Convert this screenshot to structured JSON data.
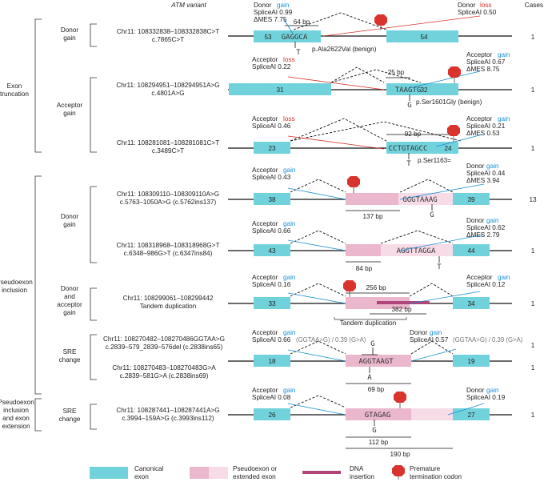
{
  "header": {
    "variant": "ATM variant",
    "cases": "Cases"
  },
  "categories": {
    "exon_truncation": [
      "Exon",
      "truncation"
    ],
    "donor_gain": [
      "Donor",
      "gain"
    ],
    "acceptor_gain": [
      "Acceptor",
      "gain"
    ],
    "pseudoexon_inclusion": [
      "Pseudoexon",
      "inclusion"
    ],
    "donor_gain_2": [
      "Donor",
      "gain"
    ],
    "donor_acceptor_gain": [
      "Donor",
      "and",
      "acceptor",
      "gain"
    ],
    "sre_change": [
      "SRE",
      "change"
    ],
    "pe_ext": [
      "Pseudoexon",
      "inclusion",
      "and exon",
      "extension"
    ],
    "sre_change_2": [
      "SRE",
      "change"
    ]
  },
  "rows": [
    {
      "variant1": "Chr11: 108332838–108332838C>T",
      "variant2": "c.7865C>T",
      "cases": "1",
      "exon_left": "53",
      "exon_right": "54",
      "seq": "GAGGCA",
      "alt": "T",
      "dist": "64 bp",
      "left_label": "Donor",
      "left_type": "gain",
      "left_s1": "SpliceAI 0.99",
      "left_s2": "ΔMES 7.75",
      "right_label": "Donor",
      "right_type": "loss",
      "right_s1": "SpliceAI 0.50",
      "protein": "p.Ala2622Val (benign)"
    },
    {
      "variant1": "Chr11: 108294951–108294951A>G",
      "variant2": "c.4801A>G",
      "cases": "1",
      "exon_left": "31",
      "exon_right": "32",
      "seq": "TAAGTG",
      "alt": "G",
      "dist": "25 bp",
      "left_label": "Acceptor",
      "left_type": "loss",
      "left_s1": "SpliceAI 0.22",
      "right_label": "Acceptor",
      "right_type": "gain",
      "right_s1": "SpliceAI 0.67",
      "right_s2": "ΔMES 8.75",
      "protein": "p.Ser1601Gly (benign)"
    },
    {
      "variant1": "Chr11: 108281081–108281081C>T",
      "variant2": "c.3489C>T",
      "cases": "1",
      "exon_left": "23",
      "exon_right": "24",
      "seq": "CCTGTAGCC",
      "alt": "T",
      "dist": "92 bp",
      "left_label": "Acceptor",
      "left_type": "loss",
      "left_s1": "SpliceAI 0.46",
      "right_label": "Acceptor",
      "right_type": "gain",
      "right_s1": "SpliceAI 0.21",
      "right_s2": "ΔMES 0.53",
      "protein": "p.Ser1163="
    },
    {
      "variant1": "Chr11: 108309110–108309110A>G",
      "variant2": "c.5763–1050A>G (c.5762ins137)",
      "cases": "13",
      "exon_left": "38",
      "exon_right": "39",
      "seq": "GGGTAAAG",
      "alt": "G",
      "dist": "137 bp",
      "left_label": "Acceptor",
      "left_type": "gain",
      "left_s1": "SpliceAI 0.43",
      "right_label": "Donor",
      "right_type": "gain",
      "right_s1": "SpliceAI 0.44",
      "right_s2": "ΔMES 3.94"
    },
    {
      "variant1": "Chr11: 108318968–108318968G>T",
      "variant2": "c.6348–986G>T (c.6347ins84)",
      "cases": "1",
      "exon_left": "43",
      "exon_right": "44",
      "seq": "AGGTTAGGA",
      "alt": "T",
      "dist": "84 bp",
      "left_label": "Acceptor",
      "left_type": "gain",
      "left_s1": "SpliceAI 0.66",
      "right_label": "Donor",
      "right_type": "gain",
      "right_s1": "SpliceAI 0.62",
      "right_s2": "ΔMES 2.79"
    },
    {
      "variant1": "Chr11: 108299061–108299442",
      "variant2": "Tandem duplication",
      "cases": "1",
      "exon_left": "33",
      "exon_right": "34",
      "dist": "256 bp",
      "dist2": "382 bp",
      "dup": "Tandem duplication",
      "left_label": "Acceptor",
      "left_type": "gain",
      "left_s1": "SpliceAI 0.16",
      "right_label": "Acceptor",
      "right_type": "gain",
      "right_s1": "SpliceAI 0.12"
    },
    {
      "variant1": "Chr11: 108270482–108270486GGTAA>G",
      "variant2": "c.2839–579_2839–576del (c.2838ins65)",
      "cases": "1",
      "variant3": "Chr11: 108270483–108270483G>A",
      "variant4": "c.2839–581G>A (c.2838ins69)",
      "cases2": "1",
      "exon_left": "18",
      "exon_right": "19",
      "seq": "AGGTAAGT",
      "alt_top": "G",
      "alt_bottom": "A",
      "dist": "69 bp",
      "left_label": "Acceptor",
      "left_type": "gain",
      "left_s1": "SpliceAI 0.66",
      "left_extra": "(GGTAA>G) / 0.39 (G>A)",
      "right_label": "Donor",
      "right_type": "gain",
      "right_s1": "SpliceAI 0.57",
      "right_extra": "(GGTAA>G) / 0.39 (G>A)"
    },
    {
      "variant1": "Chr11: 108287441–108287441A>G",
      "variant2": "c.3994–159A>G (c.3993ins112)",
      "cases": "1",
      "exon_left": "26",
      "exon_right": "27",
      "seq": "GTAGAG",
      "alt": "G",
      "dist": "112 bp",
      "dist2": "190 bp",
      "left_label": "Acceptor",
      "left_type": "gain",
      "left_s1": "SpliceAI 0.08",
      "right_label": "Donor",
      "right_type": "gain",
      "right_s1": "SpliceAI 0.19"
    }
  ],
  "legend": {
    "canonical": [
      "Canonical",
      "exon"
    ],
    "pseudo": [
      "Pseudoexon or",
      "extended exon"
    ],
    "dna": [
      "DNA",
      "insertion"
    ],
    "ptc": [
      "Premature",
      "termination codon"
    ]
  },
  "colors": {
    "exon": "#72d2dc",
    "pseudoexon": "#eab7cd",
    "extended": "#f7dbe7",
    "insertion": "#b0457a",
    "stop": "#d8332c",
    "gain": "#1a8fd0",
    "loss": "#d8332c"
  }
}
